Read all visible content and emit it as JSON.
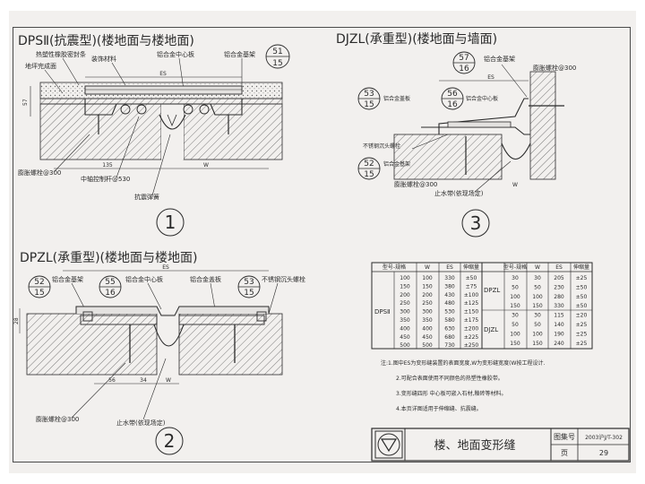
{
  "detail1": {
    "title": "DPSⅡ(抗震型)(楼地面与楼地面)",
    "labels": {
      "sealant": "热塑性橡胶密封条",
      "finished_floor": "地坪完成面",
      "finish_material": "装饰材料",
      "center_plate": "铝合金中心板",
      "base_frame": "铝合金基架",
      "anchor": "膨胀螺栓@300",
      "rod": "中轴控制杆@530",
      "spring": "抗震弹簧",
      "dim_es": "ES",
      "dim_w": "W",
      "dim_57": "57",
      "dim_135": "135"
    },
    "ref": {
      "top": "51",
      "bottom": "15"
    },
    "number": "1"
  },
  "detail2": {
    "title": "DPZL(承重型)(楼地面与楼地面)",
    "labels": {
      "base_frame": "铝合金基架",
      "center_plate": "铝合金中心板",
      "cover_plate": "铝合金盖板",
      "screw": "不锈钢沉头螺栓",
      "anchor": "膨胀螺栓@300",
      "waterstop": "止水带(依现场定)",
      "dim_es": "ES",
      "dim_w": "W",
      "dim_28": "28",
      "dim_34": "34",
      "dim_56": "56"
    },
    "refs": [
      {
        "top": "52",
        "bottom": "15"
      },
      {
        "top": "55",
        "bottom": "16"
      },
      {
        "top": "53",
        "bottom": "15"
      }
    ],
    "number": "2"
  },
  "detail3": {
    "title": "DJZL(承重型)(楼地面与墙面)",
    "labels": {
      "base_frame_top": "铝合金基架",
      "anchor_top": "膨胀螺栓@300",
      "cover_plate": "铝合金盖板",
      "center_plate": "铝合金中心板",
      "screw": "不锈钢沉头螺栓",
      "base_frame": "铝合金基架",
      "anchor": "膨胀螺栓@300",
      "waterstop": "止水带(依现场定)",
      "dim_es": "ES",
      "dim_w": "W"
    },
    "refs": [
      {
        "top": "57",
        "bottom": "16"
      },
      {
        "top": "53",
        "bottom": "15"
      },
      {
        "top": "56",
        "bottom": "16"
      },
      {
        "top": "52",
        "bottom": "15"
      }
    ],
    "number": "3"
  },
  "table": {
    "headers": [
      "型号-规格",
      "W",
      "ES",
      "伸缩量"
    ],
    "left_model": "DPSⅡ",
    "right_model_top": "DPZL",
    "right_model_bottom": "DJZL",
    "left_rows": [
      [
        "100",
        "100",
        "330",
        "±50"
      ],
      [
        "150",
        "150",
        "380",
        "±75"
      ],
      [
        "200",
        "200",
        "430",
        "±100"
      ],
      [
        "250",
        "250",
        "480",
        "±125"
      ],
      [
        "300",
        "300",
        "530",
        "±150"
      ],
      [
        "350",
        "350",
        "580",
        "±175"
      ],
      [
        "400",
        "400",
        "630",
        "±200"
      ],
      [
        "450",
        "450",
        "680",
        "±225"
      ],
      [
        "500",
        "500",
        "730",
        "±250"
      ]
    ],
    "right_rows": [
      [
        "30",
        "30",
        "205",
        "±25"
      ],
      [
        "50",
        "50",
        "230",
        "±50"
      ],
      [
        "100",
        "100",
        "280",
        "±50"
      ],
      [
        "150",
        "150",
        "330",
        "±50"
      ],
      [
        "30",
        "30",
        "115",
        "±20"
      ],
      [
        "50",
        "50",
        "140",
        "±25"
      ],
      [
        "100",
        "100",
        "190",
        "±25"
      ],
      [
        "150",
        "150",
        "240",
        "±25"
      ]
    ]
  },
  "notes": [
    "注:1.图中ES为变形缝装置的表面宽度,W为变形缝宽度(W按工程设计.",
    "2.可配合表面使用不同颜色的热塑性橡胶带。",
    "3.变形缝四形 中心板可嵌入石材,釉砖等材料。",
    "4.本页详图适用于伸缩缝、抗震缝。"
  ],
  "title_block": {
    "title": "楼、地面变形缝",
    "atlas_label": "图集号",
    "atlas_value": "2003沪J/T-302",
    "page_label": "页",
    "page_value": "29"
  },
  "colors": {
    "ink": "#2a2a2a",
    "paper": "#f2f0ee",
    "hatch": "#5a5a5a"
  }
}
